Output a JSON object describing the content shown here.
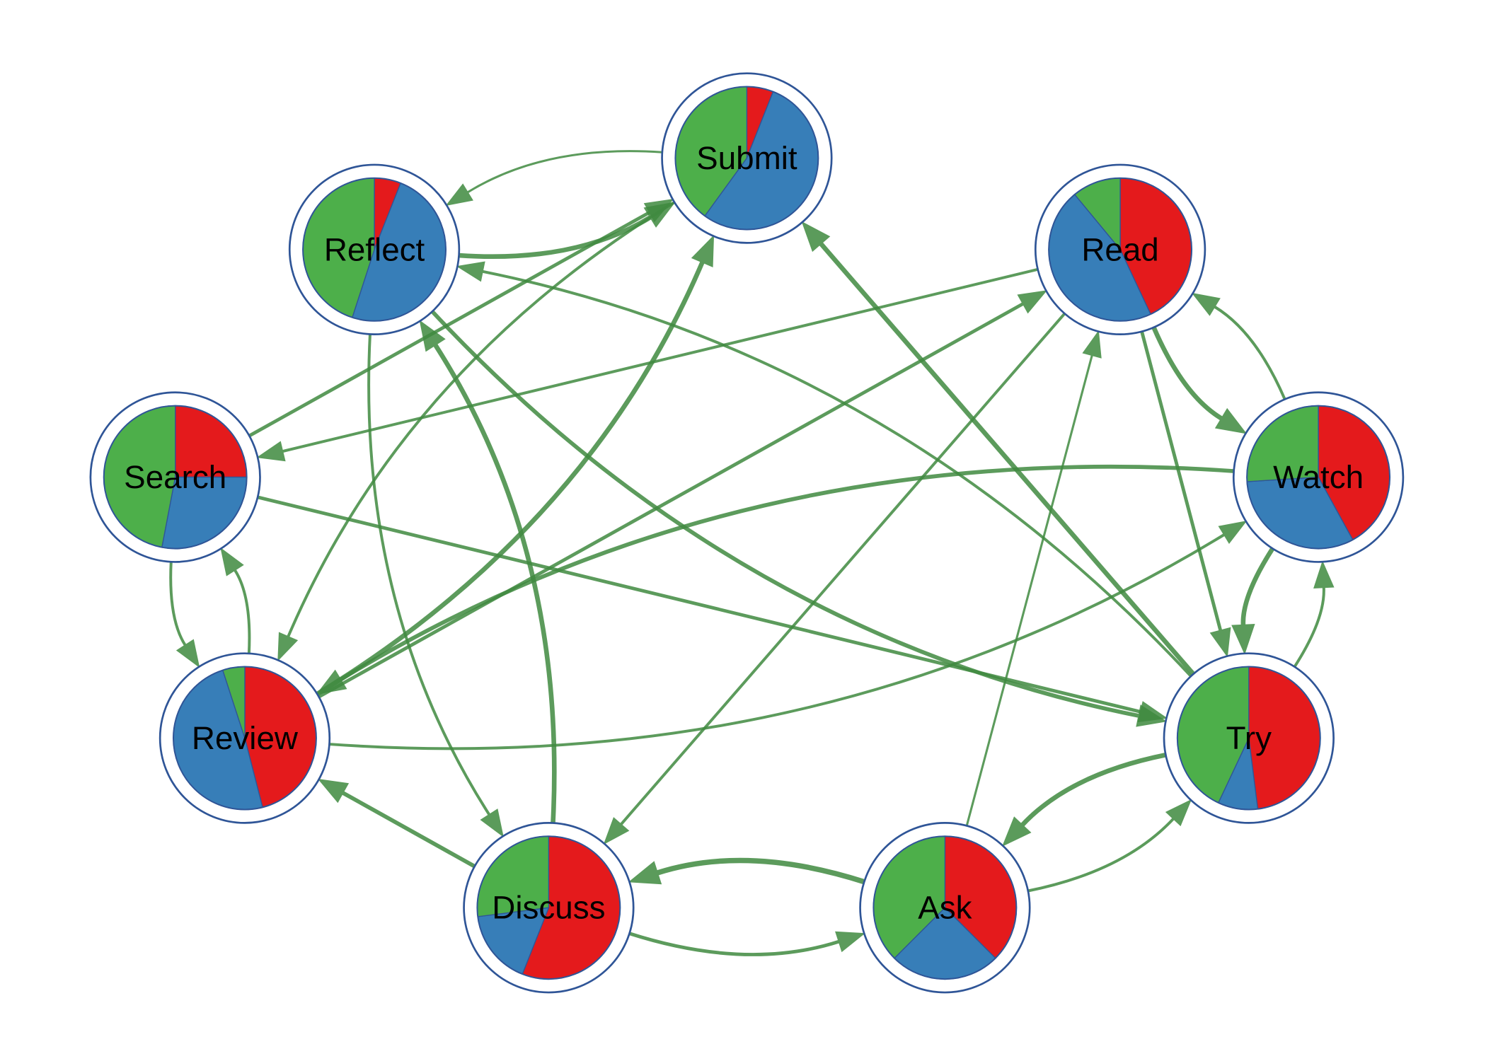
{
  "colors": {
    "red": "#e41a1c",
    "blue": "#377eb8",
    "green": "#4daf4a",
    "edge": "#3f8a3f",
    "node_border": "#2f5597"
  },
  "nodes": [
    {
      "id": "Submit",
      "label": "Submit",
      "pie": {
        "red": 0.06,
        "blue": 0.54,
        "green": 0.4
      }
    },
    {
      "id": "Reflect",
      "label": "Reflect",
      "pie": {
        "red": 0.06,
        "blue": 0.49,
        "green": 0.45
      }
    },
    {
      "id": "Read",
      "label": "Read",
      "pie": {
        "red": 0.43,
        "blue": 0.46,
        "green": 0.11
      }
    },
    {
      "id": "Search",
      "label": "Search",
      "pie": {
        "red": 0.25,
        "blue": 0.28,
        "green": 0.47
      }
    },
    {
      "id": "Watch",
      "label": "Watch",
      "pie": {
        "red": 0.42,
        "blue": 0.32,
        "green": 0.26
      }
    },
    {
      "id": "Review",
      "label": "Review",
      "pie": {
        "red": 0.46,
        "blue": 0.49,
        "green": 0.05
      }
    },
    {
      "id": "Try",
      "label": "Try",
      "pie": {
        "red": 0.48,
        "blue": 0.09,
        "green": 0.43
      }
    },
    {
      "id": "Discuss",
      "label": "Discuss",
      "pie": {
        "red": 0.56,
        "blue": 0.17,
        "green": 0.27
      }
    },
    {
      "id": "Ask",
      "label": "Ask",
      "pie": {
        "red": 0.375,
        "blue": 0.25,
        "green": 0.375
      }
    }
  ],
  "edges": [
    {
      "from": "Reflect",
      "to": "Submit",
      "weight": 3
    },
    {
      "from": "Submit",
      "to": "Reflect",
      "weight": 1
    },
    {
      "from": "Search",
      "to": "Submit",
      "weight": 2
    },
    {
      "from": "Review",
      "to": "Submit",
      "weight": 3
    },
    {
      "from": "Submit",
      "to": "Review",
      "weight": 1.5
    },
    {
      "from": "Try",
      "to": "Submit",
      "weight": 3
    },
    {
      "from": "Read",
      "to": "Search",
      "weight": 1.5
    },
    {
      "from": "Review",
      "to": "Read",
      "weight": 2
    },
    {
      "from": "Read",
      "to": "Discuss",
      "weight": 1.5
    },
    {
      "from": "Ask",
      "to": "Read",
      "weight": 1
    },
    {
      "from": "Read",
      "to": "Try",
      "weight": 2
    },
    {
      "from": "Read",
      "to": "Watch",
      "weight": 3
    },
    {
      "from": "Watch",
      "to": "Read",
      "weight": 1.5
    },
    {
      "from": "Search",
      "to": "Try",
      "weight": 2
    },
    {
      "from": "Reflect",
      "to": "Try",
      "weight": 2.5
    },
    {
      "from": "Try",
      "to": "Reflect",
      "weight": 1.5
    },
    {
      "from": "Search",
      "to": "Review",
      "weight": 1.5
    },
    {
      "from": "Review",
      "to": "Search",
      "weight": 1.5
    },
    {
      "from": "Reflect",
      "to": "Discuss",
      "weight": 1.5
    },
    {
      "from": "Discuss",
      "to": "Reflect",
      "weight": 3
    },
    {
      "from": "Watch",
      "to": "Review",
      "weight": 2.5
    },
    {
      "from": "Review",
      "to": "Watch",
      "weight": 1.5
    },
    {
      "from": "Watch",
      "to": "Try",
      "weight": 3
    },
    {
      "from": "Try",
      "to": "Watch",
      "weight": 1.5
    },
    {
      "from": "Discuss",
      "to": "Review",
      "weight": 2.5
    },
    {
      "from": "Discuss",
      "to": "Ask",
      "weight": 2
    },
    {
      "from": "Ask",
      "to": "Discuss",
      "weight": 3.5
    },
    {
      "from": "Try",
      "to": "Ask",
      "weight": 3
    },
    {
      "from": "Ask",
      "to": "Try",
      "weight": 1.5
    }
  ]
}
